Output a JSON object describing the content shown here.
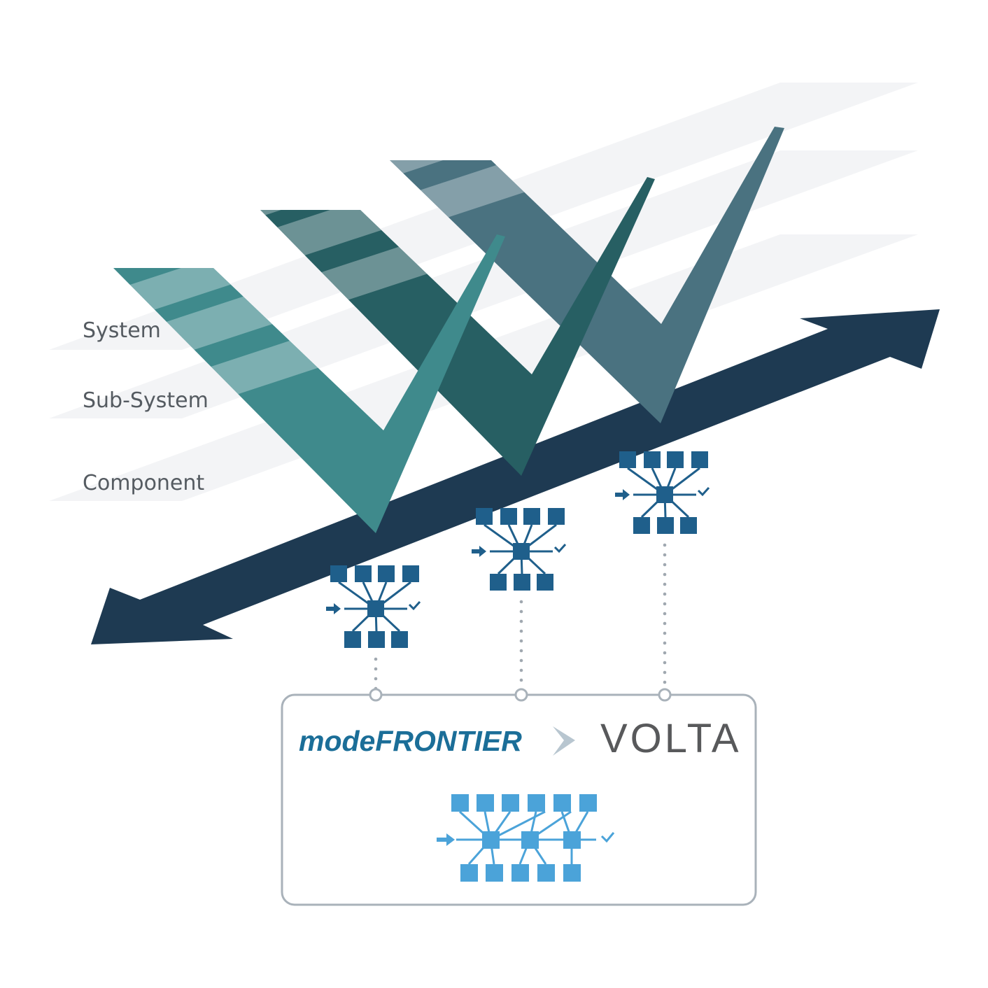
{
  "levels": [
    {
      "label": "System"
    },
    {
      "label": "Sub-System"
    },
    {
      "label": "Component"
    }
  ],
  "box": {
    "brand_left": "modeFRONTIER",
    "brand_right": "VOLTA"
  },
  "colors": {
    "plane": "#f3f4f6",
    "arrow": "#1e3a52",
    "v1": "#3f8a8c",
    "v2": "#275f63",
    "v3": "#4a7280",
    "workflow_small": "#1f5f8b",
    "workflow_large": "#4ba3d9",
    "brand_left": "#1b6e98",
    "brand_right": "#58595b",
    "box_border": "#a9b2ba"
  },
  "icons": [
    "double-arrow-icon",
    "v-model-icon",
    "workflow-icon",
    "chevron-right-icon"
  ]
}
